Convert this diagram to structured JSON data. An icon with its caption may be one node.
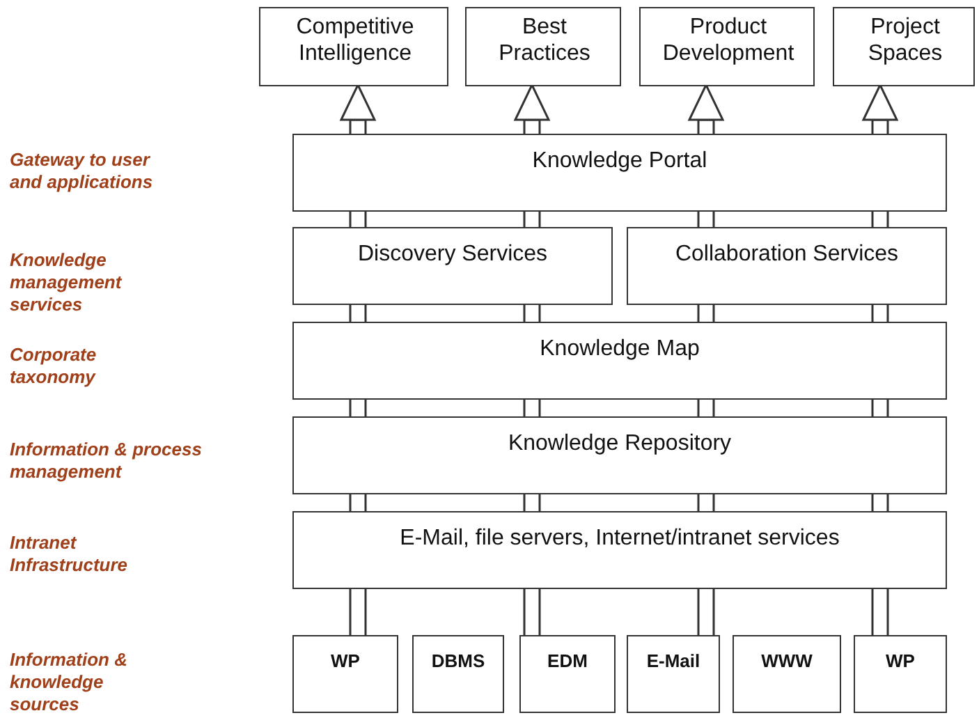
{
  "diagram": {
    "nodes": [
      {
        "text": [
          "Competitive Intelligence"
        ]
      },
      {
        "text": [
          "Best Practices"
        ]
      },
      {
        "text": [
          "Product Development"
        ]
      },
      {
        "text": [
          "Project Spaces"
        ]
      },
      {
        "text": [
          "Knowledge Portal"
        ]
      },
      {
        "text": [
          "Discovery Services"
        ]
      },
      {
        "text": [
          "Collaboration Services"
        ]
      },
      {
        "text": [
          "Knowledge Map"
        ]
      },
      {
        "text": [
          "Knowledge Repository"
        ]
      },
      {
        "text": [
          "E-Mail, file servers, Internet/intranet services"
        ]
      },
      {
        "text": [
          "WP"
        ]
      },
      {
        "text": [
          "DBMS"
        ]
      },
      {
        "text": [
          "EDM"
        ]
      },
      {
        "text": [
          "E-Mail"
        ]
      },
      {
        "text": [
          "WWW"
        ]
      },
      {
        "text": [
          "WP"
        ]
      }
    ],
    "edges": [
      {
        "from": 10,
        "to": 9,
        "arrow": "none"
      },
      {
        "from": 12,
        "to": 9,
        "arrow": "none"
      },
      {
        "from": 13,
        "to": 9,
        "arrow": "none"
      },
      {
        "from": 15,
        "to": 9,
        "arrow": "none"
      },
      {
        "from": 9,
        "to": 8,
        "arrow": "none"
      },
      {
        "from": 9,
        "to": 8,
        "arrow": "none"
      },
      {
        "from": 9,
        "to": 8,
        "arrow": "none"
      },
      {
        "from": 9,
        "to": 8,
        "arrow": "none"
      },
      {
        "from": 8,
        "to": 7,
        "arrow": "none"
      },
      {
        "from": 8,
        "to": 7,
        "arrow": "none"
      },
      {
        "from": 8,
        "to": 7,
        "arrow": "none"
      },
      {
        "from": 8,
        "to": 7,
        "arrow": "none"
      },
      {
        "from": 7,
        "to": 5,
        "arrow": "none"
      },
      {
        "from": 7,
        "to": 5,
        "arrow": "none"
      },
      {
        "from": 7,
        "to": 6,
        "arrow": "none"
      },
      {
        "from": 7,
        "to": 6,
        "arrow": "none"
      },
      {
        "from": 5,
        "to": 4,
        "arrow": "none"
      },
      {
        "from": 5,
        "to": 4,
        "arrow": "none"
      },
      {
        "from": 6,
        "to": 4,
        "arrow": "none"
      },
      {
        "from": 6,
        "to": 4,
        "arrow": "none"
      },
      {
        "from": 4,
        "to": 0,
        "arrow": "to"
      },
      {
        "from": 4,
        "to": 1,
        "arrow": "to"
      },
      {
        "from": 4,
        "to": 2,
        "arrow": "to"
      },
      {
        "from": 4,
        "to": 3,
        "arrow": "to"
      }
    ],
    "labels": [
      "Gateway to user and applications",
      "Knowledge management services",
      "Corporate taxonomy",
      "Information & process management",
      "Intranet Infrastructure",
      "Information & knowledge sources"
    ]
  }
}
